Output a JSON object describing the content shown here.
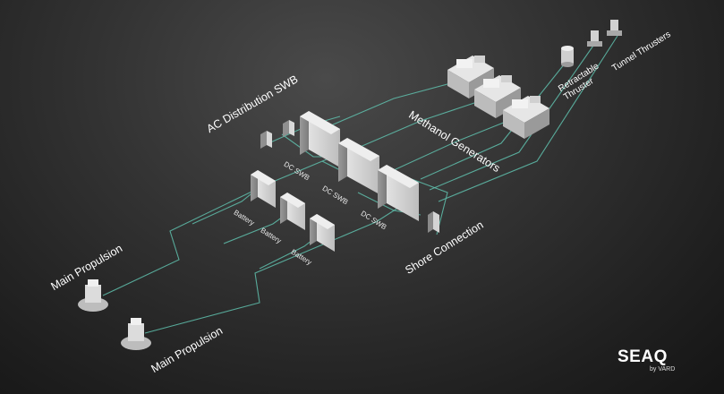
{
  "labels": {
    "ac_distribution": "AC Distribution SWB",
    "methanol_generators": "Methanol Generators",
    "retractable_thruster": "Retractable\nThruster",
    "tunnel_thrusters": "Tunnel Thrusters",
    "dc_swb": "DC SWB",
    "battery": "Battery",
    "shore_connection": "Shore Connection",
    "main_propulsion": "Main Propulsion"
  },
  "logo": {
    "brand": "SEAQ",
    "sub": "by VARD"
  },
  "colors": {
    "background": "#2b2b2b",
    "cable": "#5fc0ad",
    "equipment": "#d7d7d7",
    "text": "#ffffff"
  }
}
